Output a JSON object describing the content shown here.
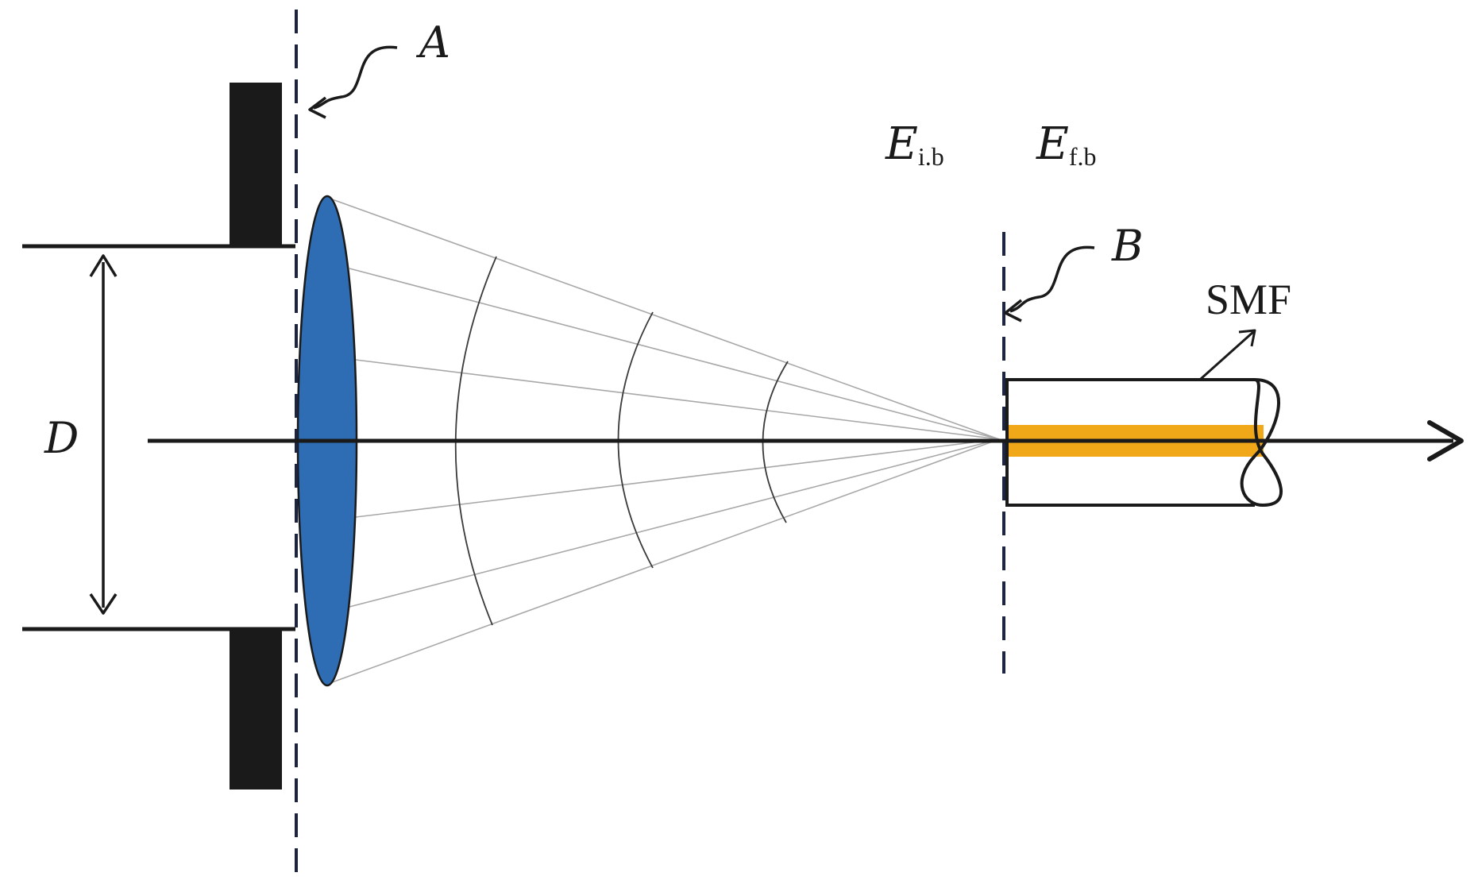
{
  "labels": {
    "plane_a": "A",
    "plane_b": "B",
    "diameter": "D",
    "field_incident_main": "E",
    "field_incident_sub": "i.b",
    "field_fiber_main": "E",
    "field_fiber_sub": "f.b",
    "fiber": "SMF"
  },
  "colors": {
    "lens_fill": "#2e6db4",
    "fiber_core": "#f0a818",
    "ink": "#1a1a1a",
    "ray": "#a8a8a8",
    "dashed_plane": "#1c2440"
  },
  "icons": {
    "optical_axis_arrowhead": "arrowhead-icon",
    "diameter_arrows": "double-arrow-icon",
    "plane_pointer": "curved-arrow-icon"
  }
}
